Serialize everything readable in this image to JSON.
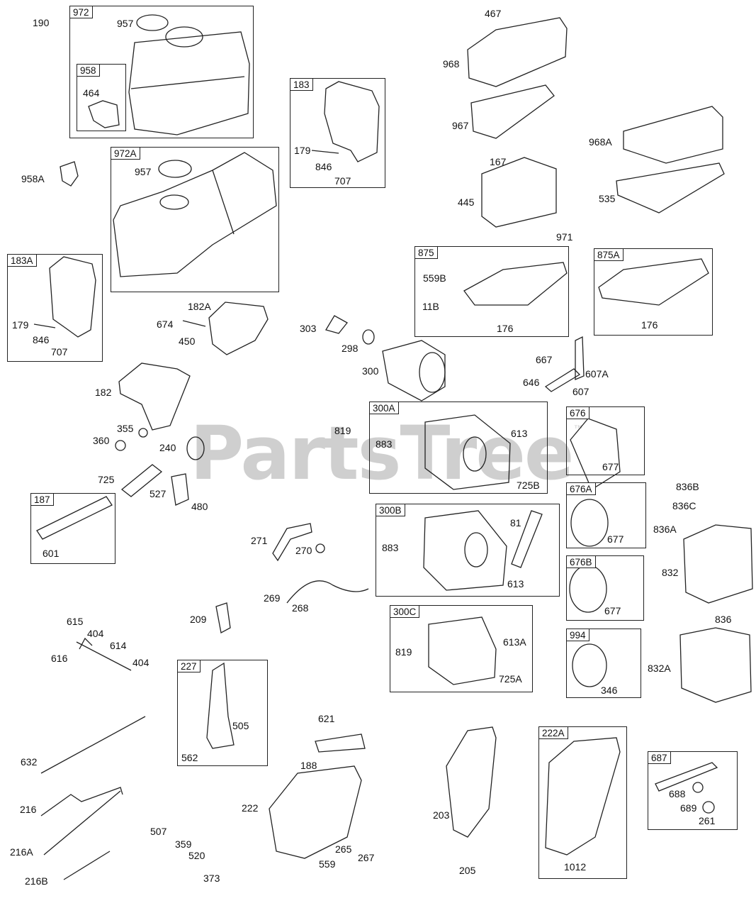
{
  "watermark": {
    "text": "PartsTree",
    "mark": "™"
  },
  "callouts": {
    "c190": "190",
    "c957": "957",
    "c957b": "957",
    "c464": "464",
    "c958A": "958A",
    "c179": "179",
    "c846": "846",
    "c707": "707",
    "c179b": "179",
    "c846b": "846",
    "c707b": "707",
    "c674": "674",
    "c450": "450",
    "c182A": "182A",
    "c182": "182",
    "c355": "355",
    "c360": "360",
    "c240": "240",
    "c725": "725",
    "c527": "527",
    "c480": "480",
    "c601": "601",
    "c271": "271",
    "c270": "270",
    "c269": "269",
    "c268": "268",
    "c209": "209",
    "c615": "615",
    "c404": "404",
    "c614": "614",
    "c616": "616",
    "c404b": "404",
    "c632": "632",
    "c216": "216",
    "c216A": "216A",
    "c216B": "216B",
    "c505": "505",
    "c562": "562",
    "c507": "507",
    "c359": "359",
    "c520": "520",
    "c373": "373",
    "c621": "621",
    "c188": "188",
    "c222": "222",
    "c265": "265",
    "c267": "267",
    "c559": "559",
    "c203": "203",
    "c205": "205",
    "c1012": "1012",
    "c688": "688",
    "c689": "689",
    "c261": "261",
    "c467": "467",
    "c968": "968",
    "c967": "967",
    "c167": "167",
    "c445": "445",
    "c968A": "968A",
    "c535": "535",
    "c971": "971",
    "c559B": "559B",
    "c11B": "11B",
    "c176": "176",
    "c176b": "176",
    "c303": "303",
    "c298": "298",
    "c300": "300",
    "c667": "667",
    "c646": "646",
    "c607A": "607A",
    "c607": "607",
    "c819": "819",
    "c883": "883",
    "c613": "613",
    "c725B": "725B",
    "c81": "81",
    "c883b": "883",
    "c613b": "613",
    "c819b": "819",
    "c613A": "613A",
    "c725A": "725A",
    "c677": "677",
    "c677b": "677",
    "c677c": "677",
    "c346": "346",
    "c836B": "836B",
    "c836C": "836C",
    "c836A": "836A",
    "c832": "832",
    "c836": "836",
    "c832A": "832A"
  },
  "boxes": {
    "b972": "972",
    "b958": "958",
    "b972A": "972A",
    "b183": "183",
    "b183A": "183A",
    "b187": "187",
    "b227": "227",
    "b875": "875",
    "b875A": "875A",
    "b300A": "300A",
    "b300B": "300B",
    "b300C": "300C",
    "b676": "676",
    "b676A": "676A",
    "b676B": "676B",
    "b994": "994",
    "b222A": "222A",
    "b687": "687"
  }
}
